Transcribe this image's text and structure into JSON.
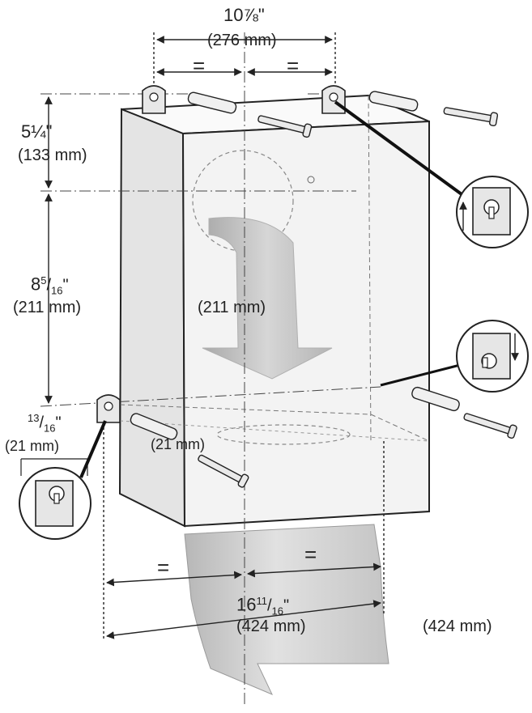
{
  "dimensions": {
    "top_width": {
      "inch": "10⅞\"",
      "mm": "(276 mm)"
    },
    "equal_mark": "=",
    "upper_height": {
      "inch": "5¼\"",
      "mm": "(133 mm)"
    },
    "middle_height": {
      "inch_whole": "8",
      "inch_num": "5",
      "inch_den": "16",
      "inch_suffix": "\"",
      "mm": "(211 mm)"
    },
    "side_offset": {
      "inch_num": "13",
      "inch_den": "16",
      "inch_suffix": "\"",
      "mm": "(21 mm)"
    },
    "bottom_width": {
      "inch_whole": "16",
      "inch_num": "11",
      "inch_den": "16",
      "inch_suffix": "\"",
      "mm": "(424 mm)"
    }
  },
  "colors": {
    "line": "#222222",
    "cabinet_face": "#f4f4f4",
    "cabinet_side": "#e2e2e2",
    "arrow_fill": "#c8c8c8",
    "dash": "#555555"
  },
  "icons": [
    "keyhole-bracket-icon",
    "wall-anchor-icon",
    "screw-icon",
    "down-arrow-icon"
  ]
}
